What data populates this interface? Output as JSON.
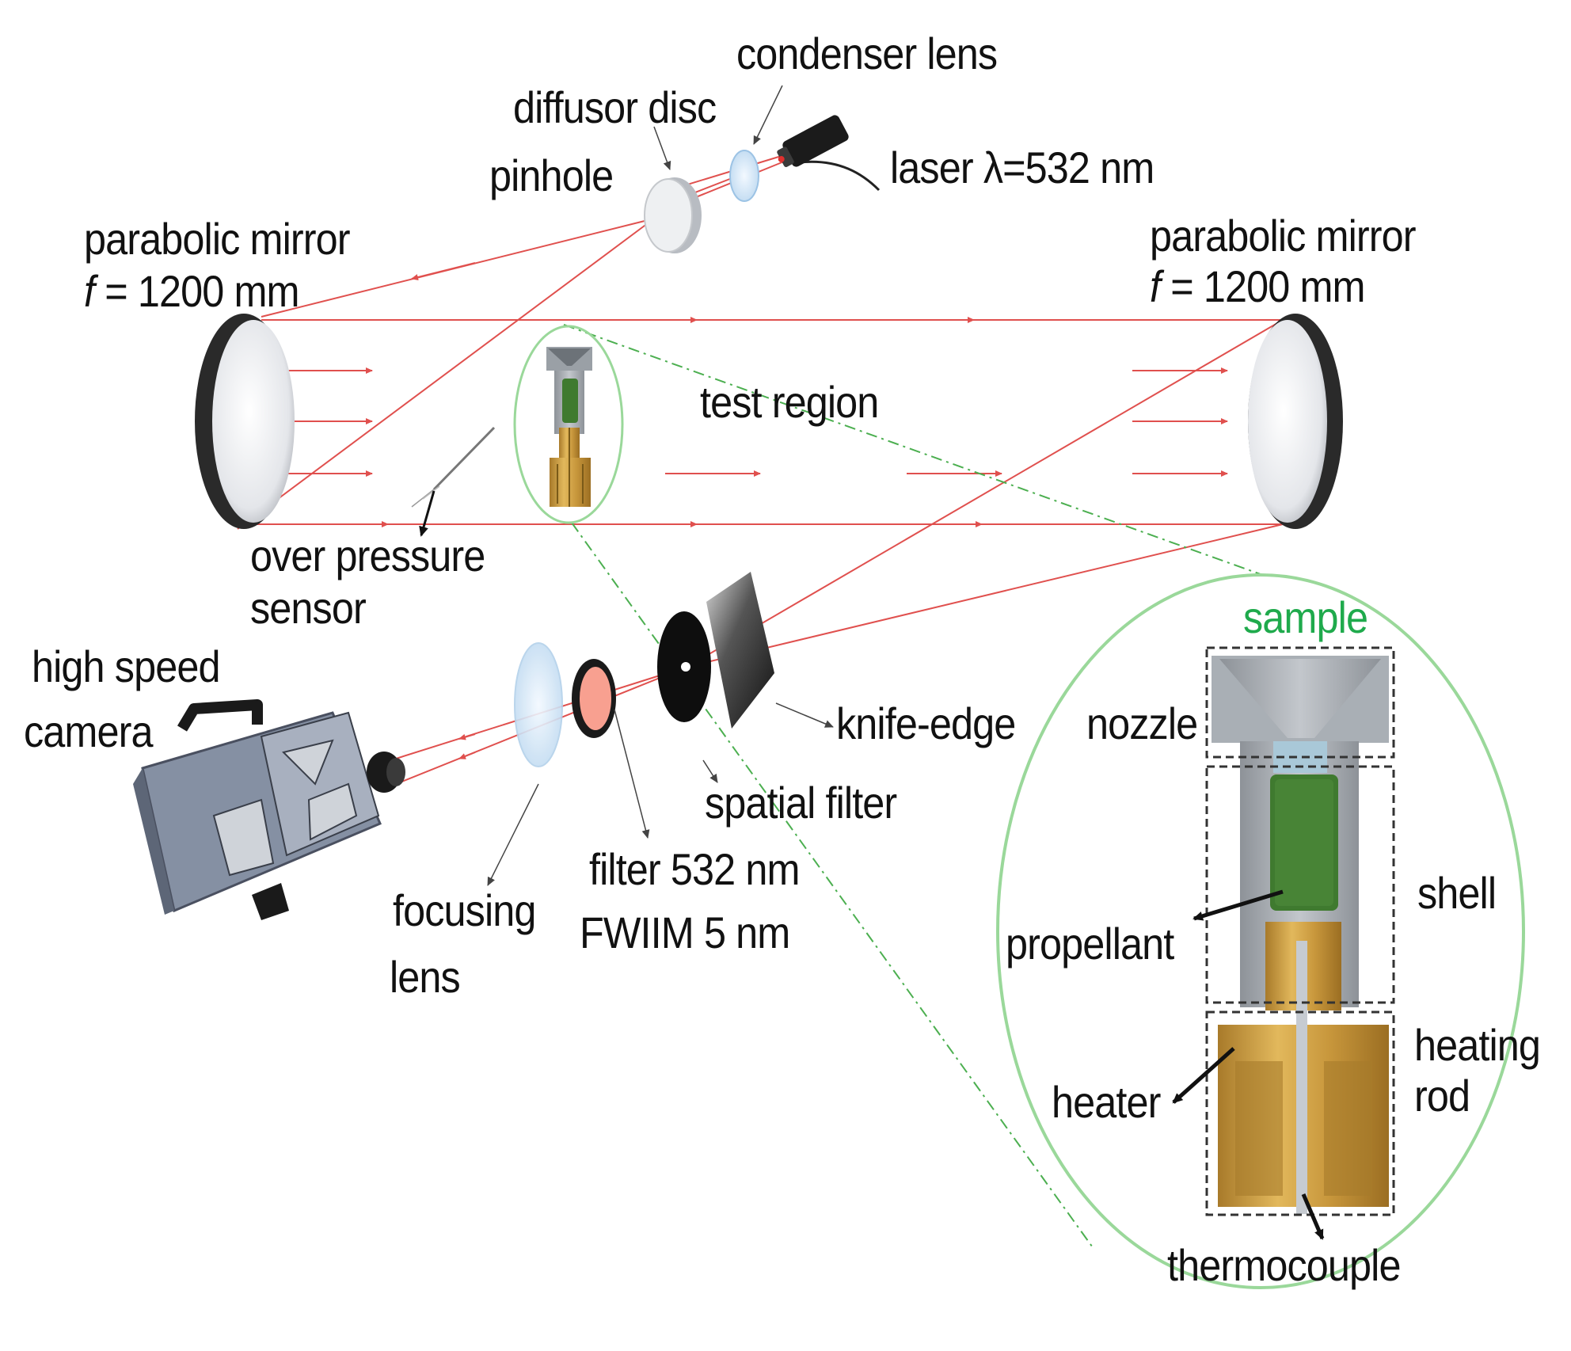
{
  "labels": {
    "condenser_lens": "condenser lens",
    "diffusor_disc": "diffusor disc",
    "pinhole": "pinhole",
    "laser": "laser λ=532 nm",
    "parabolic_mirror_left": "parabolic mirror",
    "focal_left_f": "f",
    "focal_left_value": " = 1200 mm",
    "parabolic_mirror_right": "parabolic mirror",
    "focal_right_f": "f",
    "focal_right_value": " = 1200 mm",
    "test_region": "test region",
    "over_pressure_sensor_1": "over pressure",
    "over_pressure_sensor_2": "sensor",
    "high_speed_camera_1": "high speed",
    "high_speed_camera_2": "camera",
    "knife_edge": "knife-edge",
    "spatial_filter": "spatial filter",
    "filter_1": "filter 532 nm",
    "filter_2": "FWIIM 5 nm",
    "focusing_lens_1": "focusing",
    "focusing_lens_2": "lens",
    "sample": "sample",
    "nozzle": "nozzle",
    "shell": "shell",
    "propellant": "propellant",
    "heating_rod_1": "heating",
    "heating_rod_2": "rod",
    "heater": "heater",
    "thermocouple": "thermocouple"
  },
  "colors": {
    "beam": "#e0504e",
    "sample_highlight": "#9ad89a",
    "sample_text": "#1faa4c",
    "zoom_line": "#4caf50",
    "propellant": "#3f7a2f",
    "heater": "#c89a3c",
    "shell": "#9aa0a6",
    "camera_body": "#8590a3"
  }
}
